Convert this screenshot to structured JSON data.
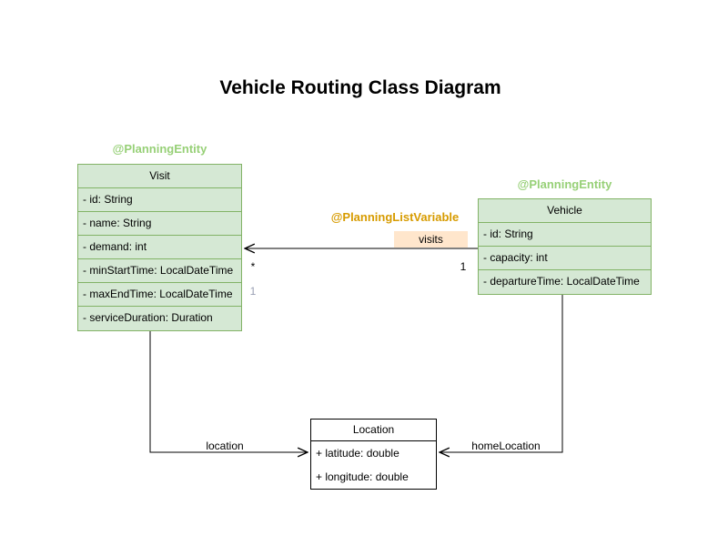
{
  "title": "Vehicle Routing Class Diagram",
  "classes": {
    "visit": {
      "annotation": "@PlanningEntity",
      "name": "Visit",
      "fields": [
        "- id: String",
        "- name: String",
        "- demand: int",
        "- minStartTime: LocalDateTime",
        "- maxEndTime: LocalDateTime",
        "- serviceDuration: Duration"
      ]
    },
    "vehicle": {
      "annotation": "@PlanningEntity",
      "name": "Vehicle",
      "fields": [
        "- id: String",
        "- capacity: int",
        "- departureTime: LocalDateTime"
      ]
    },
    "location": {
      "name": "Location",
      "fields": [
        "+ latitude: double",
        "+ longitude: double"
      ]
    }
  },
  "edges": {
    "visits": {
      "annotation": "@PlanningListVariable",
      "label": "visits",
      "mult_source": "1",
      "mult_target": "*",
      "mult_target_secondary": "1"
    },
    "location": {
      "label": "location"
    },
    "home_location": {
      "label": "homeLocation"
    }
  },
  "colors": {
    "entity_fill": "#d5e8d4",
    "entity_border": "#82b366",
    "annotation_green": "#97d077",
    "annotation_orange": "#d79b00",
    "visits_label_fill": "#ffe6cc",
    "plain_fill": "#ffffff",
    "plain_border": "#000000",
    "edge_color": "#000000",
    "muted_mult_color": "#9aa0b4"
  }
}
